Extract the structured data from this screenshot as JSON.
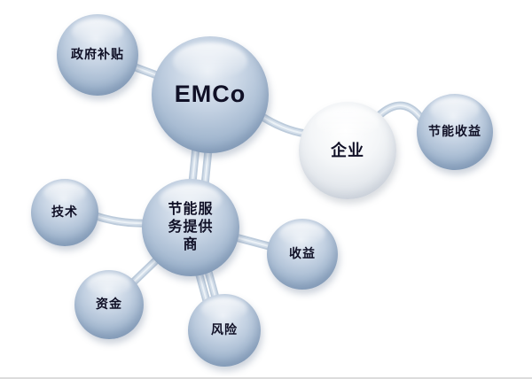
{
  "diagram": {
    "nodes": {
      "government_subsidy": {
        "label": "政府补贴"
      },
      "emco": {
        "label": "EMCo"
      },
      "enterprise": {
        "label": "企业"
      },
      "energy_saving_benefit": {
        "label": "节能收益"
      },
      "technology": {
        "label": "技术"
      },
      "energy_service_provider": {
        "label": "节能服务提供商"
      },
      "revenue": {
        "label": "收益"
      },
      "capital": {
        "label": "资金"
      },
      "risk": {
        "label": "风险"
      }
    },
    "edges": [
      {
        "from": "government_subsidy",
        "to": "emco"
      },
      {
        "from": "emco",
        "to": "enterprise"
      },
      {
        "from": "enterprise",
        "to": "energy_saving_benefit"
      },
      {
        "from": "emco",
        "to": "energy_service_provider"
      },
      {
        "from": "technology",
        "to": "energy_service_provider"
      },
      {
        "from": "energy_service_provider",
        "to": "revenue"
      },
      {
        "from": "energy_service_provider",
        "to": "capital"
      },
      {
        "from": "energy_service_provider",
        "to": "risk"
      }
    ],
    "colors": {
      "node_fill": "#a9bdd5",
      "node_fill_light": "#e9edf1",
      "connector": "#c7d4e1",
      "label_text": "#101026",
      "background": "#ffffff"
    }
  }
}
